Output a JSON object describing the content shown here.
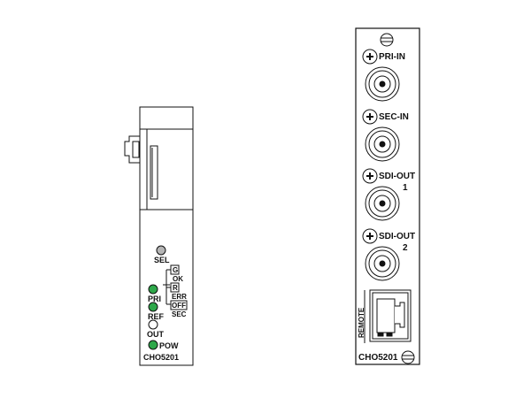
{
  "front_card": {
    "model": "CHO5201",
    "sel_label": "SEL",
    "leds": [
      {
        "label": "PRI",
        "color": "#2ea84a"
      },
      {
        "label": "REF",
        "color": "#2ea84a"
      },
      {
        "label": "OUT",
        "color": "#ffffff"
      },
      {
        "label": "POW",
        "color": "#2ea84a"
      }
    ],
    "switch_positions": {
      "g": "G",
      "r": "R",
      "off": "OFF"
    },
    "switch_labels": {
      "ok": "OK",
      "err": "ERR",
      "sec": "SEC"
    }
  },
  "rear_panel": {
    "model": "CHO5201",
    "connectors": [
      {
        "line1": "PRI-IN",
        "line2": ""
      },
      {
        "line1": "SEC-IN",
        "line2": ""
      },
      {
        "line1": "SDI-OUT",
        "line2": "1"
      },
      {
        "line1": "SDI-OUT",
        "line2": "2"
      }
    ],
    "remote_label": "REMOTE"
  },
  "colors": {
    "led_green": "#2ea84a",
    "line": "#111111"
  }
}
